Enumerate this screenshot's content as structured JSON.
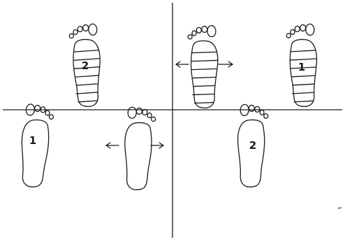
{
  "diagram": {
    "ink_color": "#1a1a1a",
    "background": "#ffffff",
    "footprints": [
      {
        "id": "upper-left",
        "foot": "left",
        "style": "striped",
        "label": "2"
      },
      {
        "id": "upper-center",
        "foot": "left",
        "style": "striped",
        "label": "",
        "arrows": "left-right"
      },
      {
        "id": "upper-right",
        "foot": "left",
        "style": "striped",
        "label": "1"
      },
      {
        "id": "lower-left",
        "foot": "right",
        "style": "outline",
        "label": "1"
      },
      {
        "id": "lower-center",
        "foot": "right",
        "style": "outline",
        "label": "",
        "arrows": "left-right"
      },
      {
        "id": "lower-right",
        "foot": "right",
        "style": "outline",
        "label": "2"
      }
    ]
  }
}
